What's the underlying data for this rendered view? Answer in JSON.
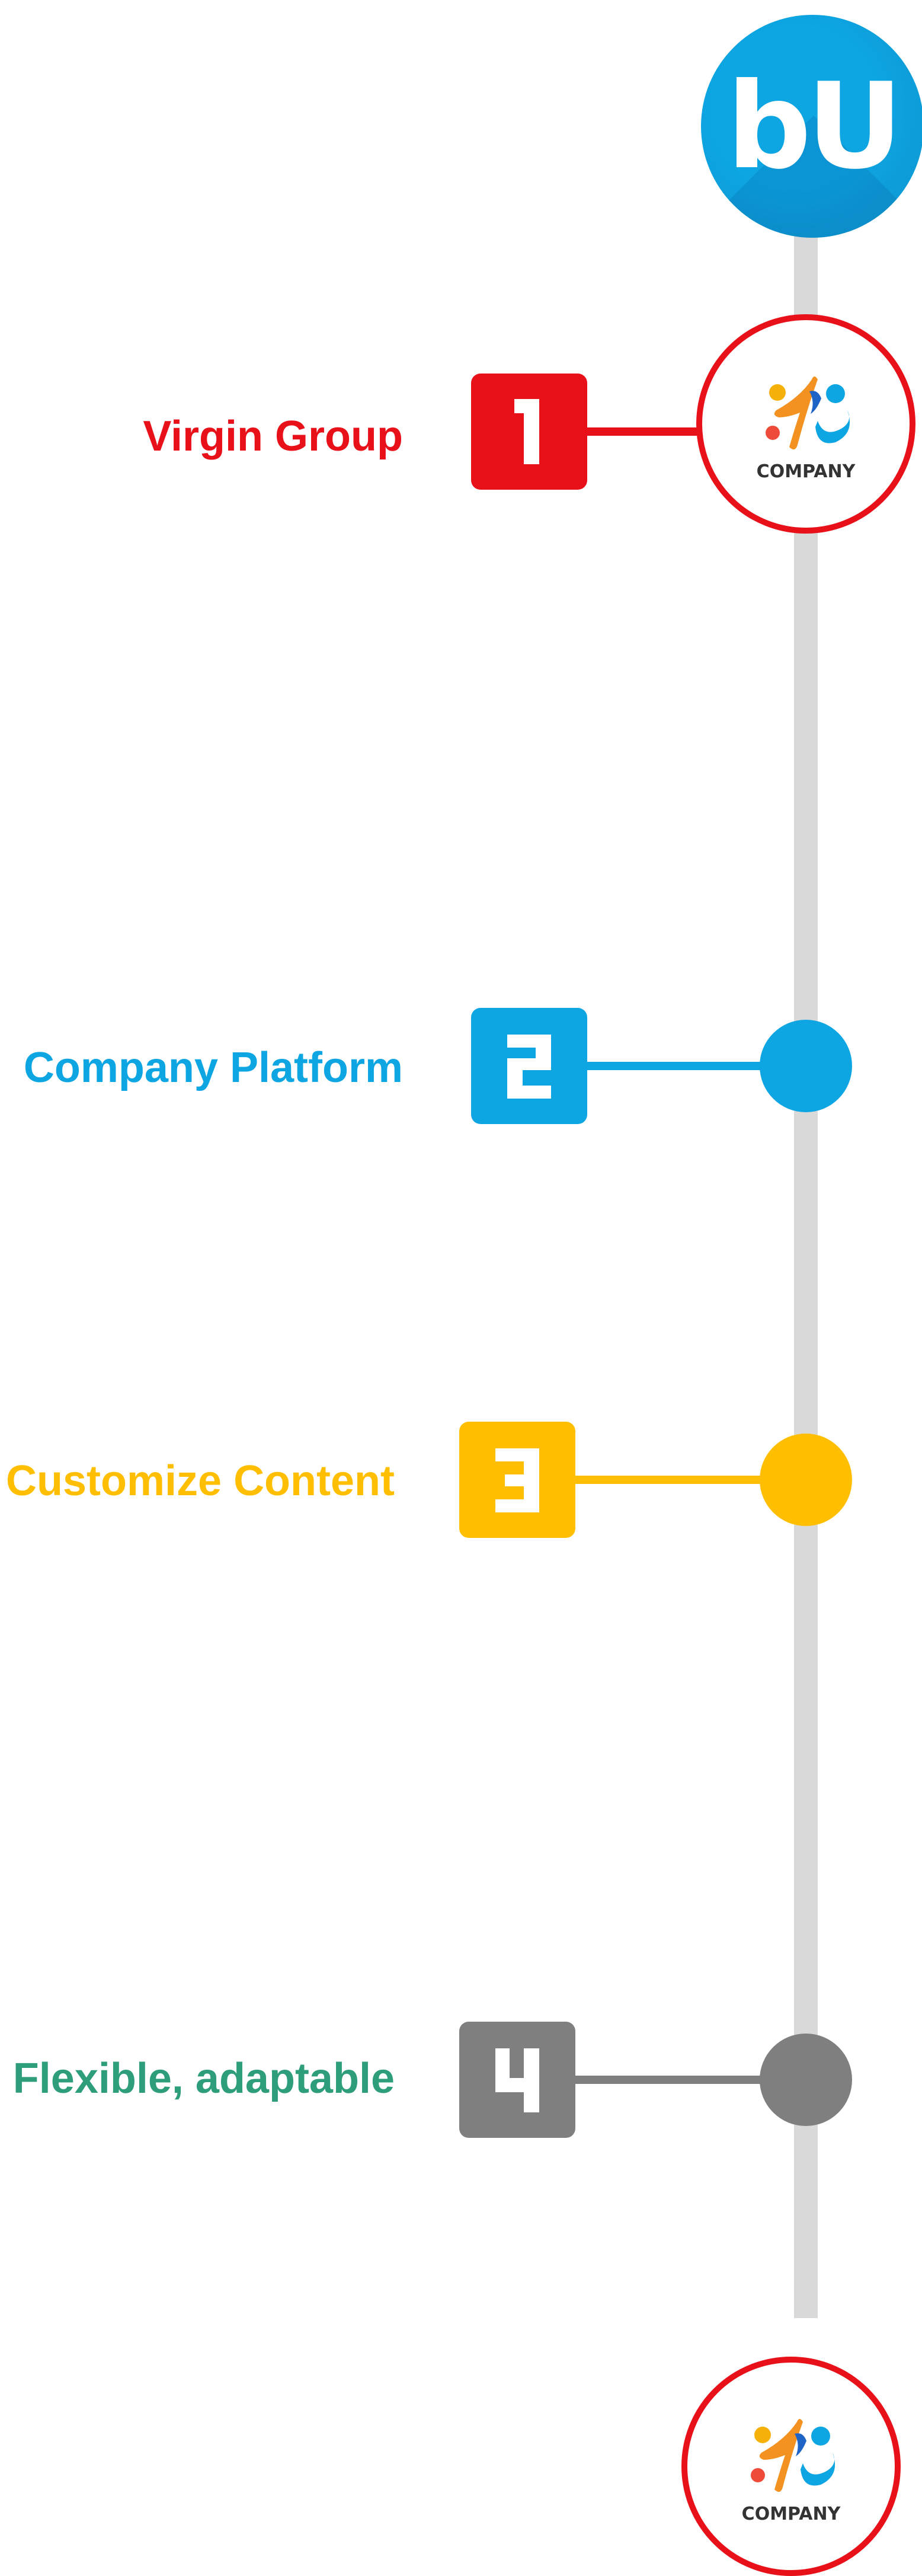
{
  "brand": {
    "mark": "bU",
    "icon": "bu-brand-icon",
    "color": "#0ea5e3"
  },
  "logo": {
    "text": "COMPANY",
    "icon": "company-logo-icon",
    "ring_color": "#e8111a"
  },
  "spine_color": "#d9d9d9",
  "steps": [
    {
      "number": "1",
      "label": "Virgin Group",
      "color": "#e8111a",
      "marker": "company-logo"
    },
    {
      "number": "2",
      "label": "Company Platform",
      "color": "#0ea5e3",
      "marker": "dot"
    },
    {
      "number": "3",
      "label": "Customize Content",
      "color": "#ffbf00",
      "marker": "dot"
    },
    {
      "number": "4",
      "label": "Flexible, adaptable",
      "color": "#7f7f7f",
      "marker": "dot"
    }
  ],
  "label_colors": [
    "#e8111a",
    "#0ea5e3",
    "#ffbf00",
    "#2e9d7c"
  ]
}
